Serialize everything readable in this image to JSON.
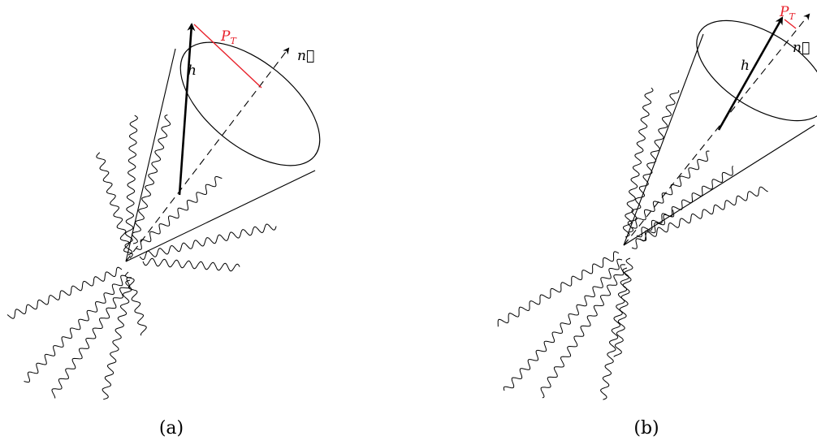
{
  "panels": [
    {
      "caption": "(a)",
      "hadron_label": "h",
      "axis_label": "n⃗",
      "pt_label_main": "P",
      "pt_label_sub": "T"
    },
    {
      "caption": "(b)",
      "hadron_label": "h",
      "axis_label": "n⃗",
      "pt_label_main": "P",
      "pt_label_sub": "T"
    }
  ],
  "colors": {
    "ink": "#000000",
    "pt_red": "#e8202a"
  }
}
